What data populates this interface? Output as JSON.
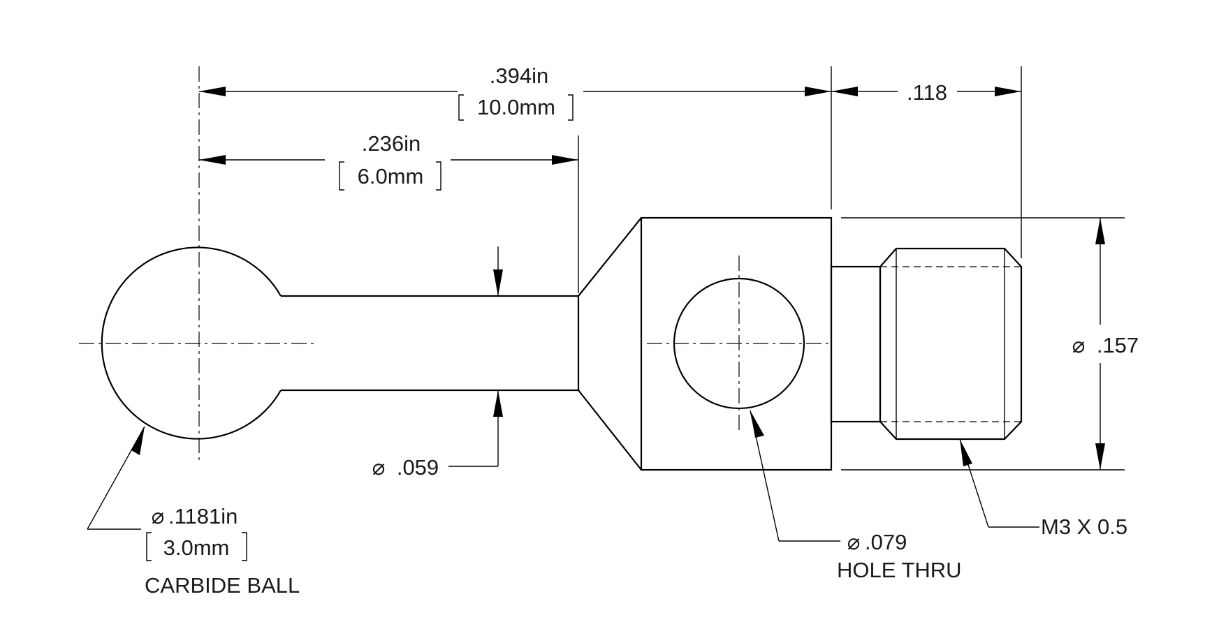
{
  "dimensions": {
    "overall_length": {
      "value": ".394in",
      "metric": "10.0mm"
    },
    "shank_length": {
      "value": ".236in",
      "metric": "6.0mm"
    },
    "thread_length": {
      "value": ".118"
    },
    "body_diameter": {
      "symbol": "⌀",
      "value": ".157"
    },
    "shank_diameter": {
      "symbol": "⌀",
      "value": ".059"
    }
  },
  "callouts": {
    "ball": {
      "symbol": "⌀",
      "value": ".1181in",
      "metric": "3.0mm",
      "note": "CARBIDE BALL"
    },
    "hole": {
      "symbol": "⌀",
      "value": ".079",
      "note": "HOLE THRU"
    },
    "thread": {
      "spec": "M3 X 0.5"
    }
  }
}
